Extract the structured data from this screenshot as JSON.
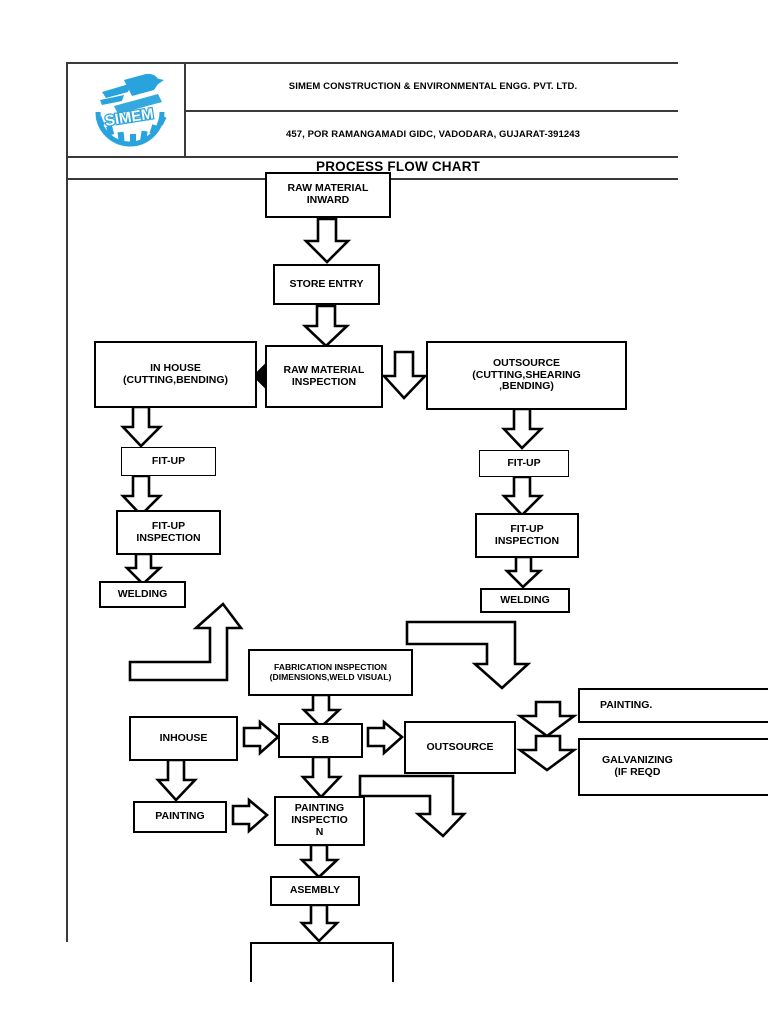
{
  "document": {
    "title_bar": "PROCESS FLOW CHART",
    "company": "SIMEM CONSTRUCTION & ENVIRONMENTAL ENGG. PVT. LTD.",
    "address": "457, POR RAMANGAMADI GIDC, VADODARA, GUJARAT-391243",
    "logo_text": "SIMEM",
    "logo_color": "#29a3dd"
  },
  "chart_data": {
    "type": "diagram",
    "title": "PROCESS FLOW CHART",
    "nodes": [
      {
        "id": "raw_material_inward",
        "label": "RAW MATERIAL\nINWARD"
      },
      {
        "id": "store_entry",
        "label": "STORE ENTRY"
      },
      {
        "id": "in_house_cutting",
        "label": "IN HOUSE\n(CUTTING,BENDING)"
      },
      {
        "id": "raw_material_inspection",
        "label": "RAW MATERIAL\nINSPECTION"
      },
      {
        "id": "outsource_cutting",
        "label": "OUTSOURCE\n(CUTTING,SHEARING\n,BENDING)"
      },
      {
        "id": "fitup_left",
        "label": "FIT-UP"
      },
      {
        "id": "fitup_right",
        "label": "FIT-UP"
      },
      {
        "id": "fitup_inspection_left",
        "label": "FIT-UP\nINSPECTION"
      },
      {
        "id": "fitup_inspection_right",
        "label": "FIT-UP\nINSPECTION"
      },
      {
        "id": "welding_left",
        "label": "WELDING"
      },
      {
        "id": "welding_right",
        "label": "WELDING"
      },
      {
        "id": "fabrication_inspection",
        "label": "FABRICATION INSPECTION\n(DIMENSIONS,WELD VISUAL)"
      },
      {
        "id": "inhouse",
        "label": "INHOUSE"
      },
      {
        "id": "sb",
        "label": "S.B"
      },
      {
        "id": "outsource",
        "label": "OUTSOURCE"
      },
      {
        "id": "painting_right",
        "label": "PAINTING."
      },
      {
        "id": "galvanizing",
        "label": "GALVANIZING\n(IF REQD"
      },
      {
        "id": "painting",
        "label": "PAINTING"
      },
      {
        "id": "painting_inspection",
        "label": "PAINTING\nINSPECTIO\nN"
      },
      {
        "id": "asembly",
        "label": "ASEMBLY"
      }
    ],
    "edges": [
      {
        "from": "raw_material_inward",
        "to": "store_entry"
      },
      {
        "from": "store_entry",
        "to": "raw_material_inspection"
      },
      {
        "from": "raw_material_inspection",
        "to": "in_house_cutting"
      },
      {
        "from": "raw_material_inspection",
        "to": "outsource_cutting"
      },
      {
        "from": "in_house_cutting",
        "to": "fitup_left"
      },
      {
        "from": "fitup_left",
        "to": "fitup_inspection_left"
      },
      {
        "from": "fitup_inspection_left",
        "to": "welding_left"
      },
      {
        "from": "outsource_cutting",
        "to": "fitup_right"
      },
      {
        "from": "fitup_right",
        "to": "fitup_inspection_right"
      },
      {
        "from": "fitup_inspection_right",
        "to": "welding_right"
      },
      {
        "from": "welding_left",
        "to": "fabrication_inspection"
      },
      {
        "from": "welding_right",
        "to": "fabrication_inspection"
      },
      {
        "from": "fabrication_inspection",
        "to": "sb"
      },
      {
        "from": "inhouse",
        "to": "sb"
      },
      {
        "from": "sb",
        "to": "outsource"
      },
      {
        "from": "inhouse",
        "to": "painting"
      },
      {
        "from": "sb",
        "to": "painting_inspection"
      },
      {
        "from": "painting",
        "to": "painting_inspection"
      },
      {
        "from": "outsource",
        "to": "painting_right"
      },
      {
        "from": "outsource",
        "to": "galvanizing"
      },
      {
        "from": "painting_inspection",
        "to": "asembly"
      },
      {
        "from": "asembly",
        "to": "bottom_cutoff"
      }
    ]
  },
  "nodes": {
    "raw_material_inward_l1": "RAW MATERIAL",
    "raw_material_inward_l2": "INWARD",
    "store_entry": "STORE ENTRY",
    "in_house_l1": "IN HOUSE",
    "in_house_l2": "(CUTTING,BENDING)",
    "rm_inspection_l1": "RAW MATERIAL",
    "rm_inspection_l2": "INSPECTION",
    "outsource_cut_l1": "OUTSOURCE",
    "outsource_cut_l2": "(CUTTING,SHEARING",
    "outsource_cut_l3": ",BENDING)",
    "fitup_left": "FIT-UP",
    "fitup_right": "FIT-UP",
    "fitup_insp_left_l1": "FIT-UP",
    "fitup_insp_left_l2": "INSPECTION",
    "fitup_insp_right_l1": "FIT-UP",
    "fitup_insp_right_l2": "INSPECTION",
    "welding_left": "WELDING",
    "welding_right": "WELDING",
    "fab_insp_l1": "FABRICATION INSPECTION",
    "fab_insp_l2": "(DIMENSIONS,WELD VISUAL)",
    "inhouse": "INHOUSE",
    "sb": "S.B",
    "outsource": "OUTSOURCE",
    "painting_right": "PAINTING.",
    "galvanizing_l1": "GALVANIZING",
    "galvanizing_l2": "(IF REQD",
    "painting": "PAINTING",
    "painting_insp_l1": "PAINTING",
    "painting_insp_l2": "INSPECTIO",
    "painting_insp_l3": "N",
    "asembly": "ASEMBLY"
  }
}
